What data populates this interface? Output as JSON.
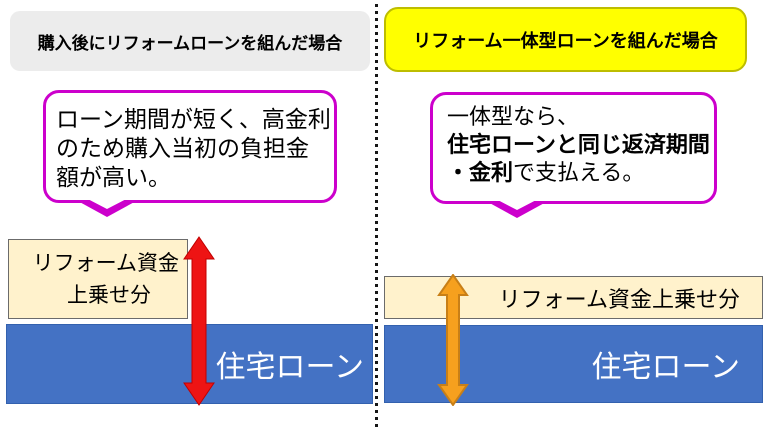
{
  "left": {
    "header": "購入後にリフォームローンを組んだ場合",
    "bubble_lines": [
      "ローン期間が短く、高金利",
      "のため購入当初の負担金",
      "額が高い。"
    ],
    "reform_line1": "リフォーム資金",
    "reform_line2": "上乗せ分",
    "loan_label": "住宅ローン"
  },
  "right": {
    "header": "リフォーム一体型ローンを組んだ場合",
    "bubble_line1": "一体型なら、",
    "bubble_line2": "住宅ローンと同じ返済期間",
    "bubble_line3_bold": "・金利",
    "bubble_line3_rest": "で支払える。",
    "reform_label": "リフォーム資金上乗せ分",
    "loan_label": "住宅ローン"
  },
  "colors": {
    "gray_header": "#ECECEC",
    "yellow": "#FFFF00",
    "yellow_border": "#BDBD00",
    "magenta": "#CC00CC",
    "cream": "#FFF2CC",
    "cream_border": "#6B6B6B",
    "blue": "#4472C4",
    "blue_border": "#3361AE",
    "red": "#EE1414",
    "red_dark": "#C00000",
    "orange": "#F6A01E",
    "orange_dark": "#C87F17"
  }
}
